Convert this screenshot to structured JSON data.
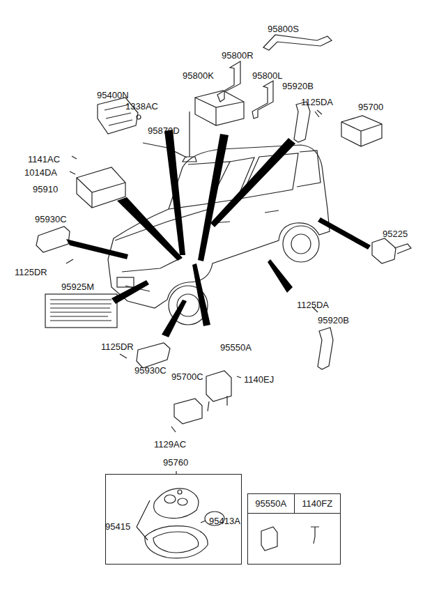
{
  "diagram": {
    "nodes": [
      {
        "text": [
          "95760"
        ]
      },
      {
        "text": [
          "95550A",
          "1140FZ"
        ]
      }
    ],
    "labels": [
      "95800S",
      "95800R",
      "95800K",
      "95800L",
      "95920B",
      "1125DA",
      "95700",
      "95400N",
      "1338AC",
      "95870D",
      "1141AC",
      "1014DA",
      "95910",
      "95930C",
      "1125DR",
      "95925M",
      "95225",
      "1125DA",
      "95920B",
      "95550A",
      "1125DR",
      "95930C",
      "95700C",
      "1140EJ",
      "1129AC",
      "95415",
      "95413A"
    ]
  }
}
